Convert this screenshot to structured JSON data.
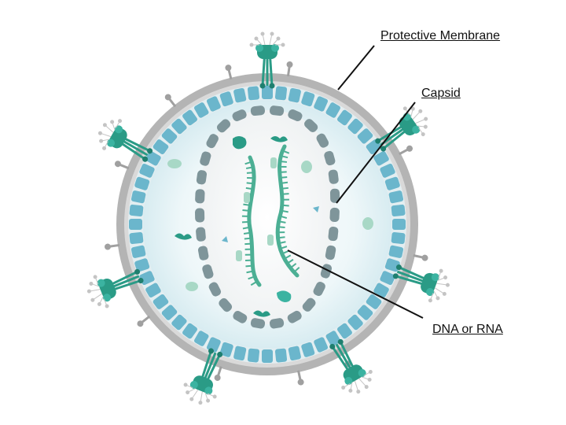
{
  "labels": {
    "protective_membrane": "Protective Membrane",
    "capsid": "Capsid",
    "dna_or_rna": "DNA or RNA"
  },
  "colors": {
    "membrane": "#a9a9a9",
    "membrane_light": "#d2d2d2",
    "capsomere": "#6bb6cc",
    "inner_fluid": "#e6f3f6",
    "capsid_inner": "#7f959a",
    "genome": "#4caf94",
    "protein_dark": "#2a9b86",
    "protein_light": "#a8d8c6",
    "spike_tip": "#c4c4c4",
    "leader_line": "#111111"
  }
}
